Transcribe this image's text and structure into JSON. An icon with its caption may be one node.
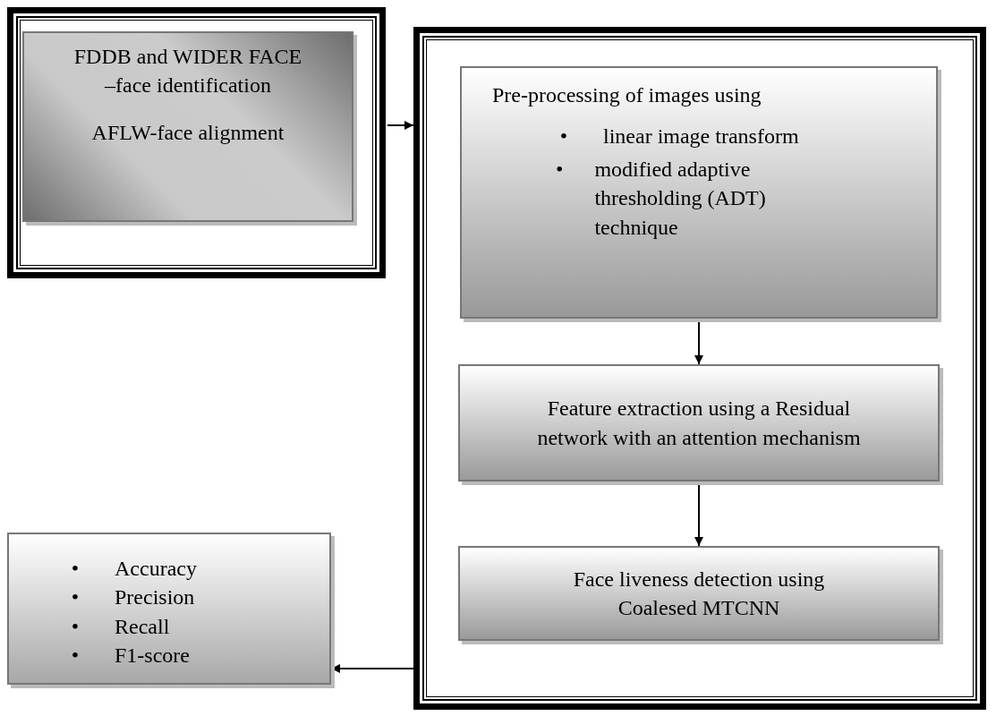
{
  "diagram": {
    "nodes": [
      {
        "text": [],
        "shape": "box"
      },
      {
        "text": [
          "FDDB and WIDER FACE –face identification",
          "AFLW-face alignment"
        ],
        "in": 0
      },
      {
        "text": [],
        "shape": "box"
      },
      {
        "text": [
          "Pre-processing of images using",
          "•",
          "linear image transform",
          "•",
          "modified adaptive thresholding (ADT) technique"
        ],
        "in": 2
      },
      {
        "text": [
          "Feature extraction using a Residual network with an attention mechanism"
        ],
        "in": 2
      },
      {
        "text": [
          "Face liveness detection using Coalesed MTCNN"
        ],
        "in": 2
      },
      {
        "text": [
          "•",
          "Accuracy",
          "•",
          "Precision",
          "•",
          "Recall",
          "•",
          "F1-score"
        ]
      }
    ],
    "edges": [
      {
        "from": 0,
        "to": 2,
        "arrow": "to"
      },
      {
        "from": 3,
        "to": 4,
        "arrow": "to"
      },
      {
        "from": 4,
        "to": 5,
        "arrow": "to"
      },
      {
        "from": 2,
        "to": 6,
        "arrow": "to"
      }
    ]
  }
}
